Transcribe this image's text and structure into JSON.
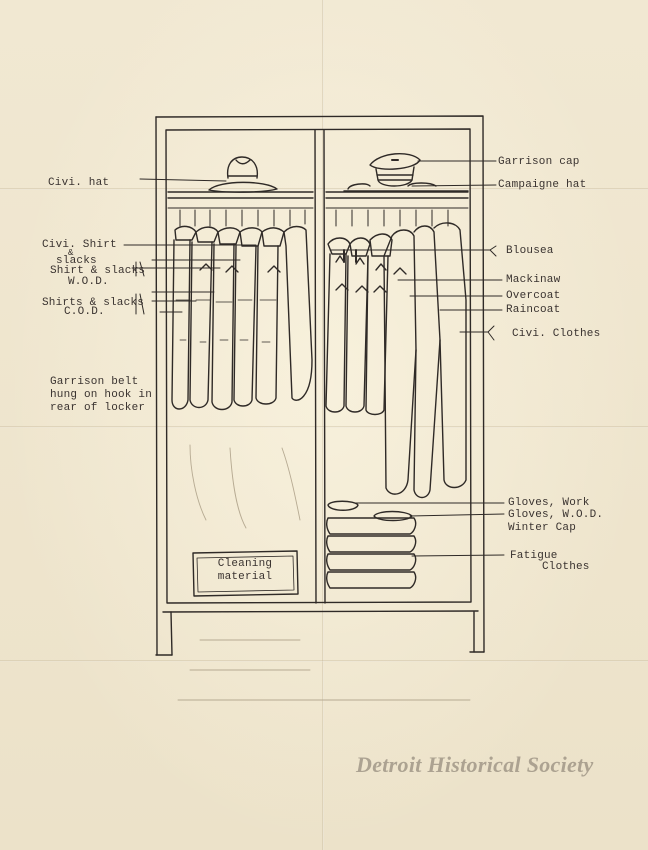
{
  "labels": {
    "civi_hat": "Civi. hat",
    "garrison_cap": "Garrison cap",
    "campaigne_hat": "Campaigne hat",
    "civi_shirt": "Civi. Shirt",
    "amp": "&",
    "slacks": "slacks",
    "shirt_slacks_wod": "Shirt & slacks",
    "wod": "W.O.D.",
    "shirts_slacks_cod": "Shirts & slacks",
    "cod": "C.O.D.",
    "blouses": "Blousea",
    "mackinaw": "Mackinaw",
    "overcoat": "Overcoat",
    "raincoat": "Raincoat",
    "civi_clothes": "Civi. Clothes",
    "garrison_belt": "Garrison belt\nhung on hook in\nrear of locker",
    "gloves_work": "Gloves, Work",
    "gloves_wod": "Gloves, W.O.D.",
    "winter_cap": "Winter Cap",
    "fatigue": "Fatigue",
    "clothes": "Clothes",
    "cleaning_material": "Cleaning\nmaterial"
  },
  "watermark": "Detroit Historical Society",
  "colors": {
    "paper": "#efe6cf",
    "ink": "#2f2a27"
  }
}
